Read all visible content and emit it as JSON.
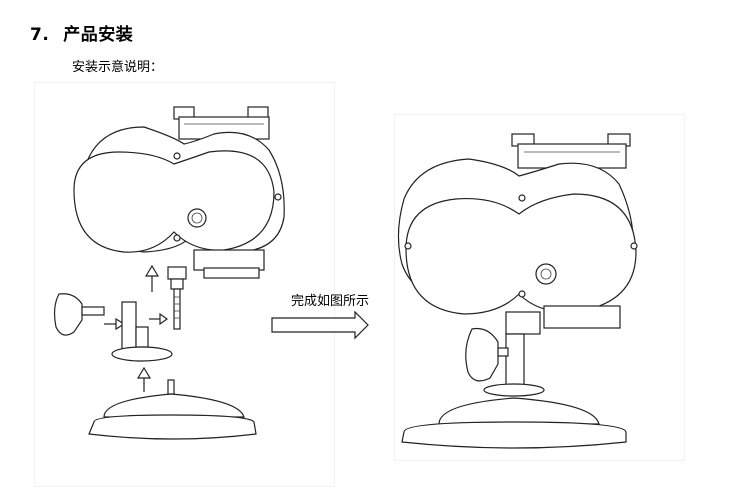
{
  "section": {
    "number": "7.",
    "title": "产品安装",
    "subtitle": "安装示意说明："
  },
  "arrow_caption": "完成如图所示",
  "figures": {
    "left": "exploded-assembly-drawing",
    "right": "assembled-product-drawing"
  },
  "icons": [
    "arrow-right-icon",
    "arrow-up-icon"
  ]
}
